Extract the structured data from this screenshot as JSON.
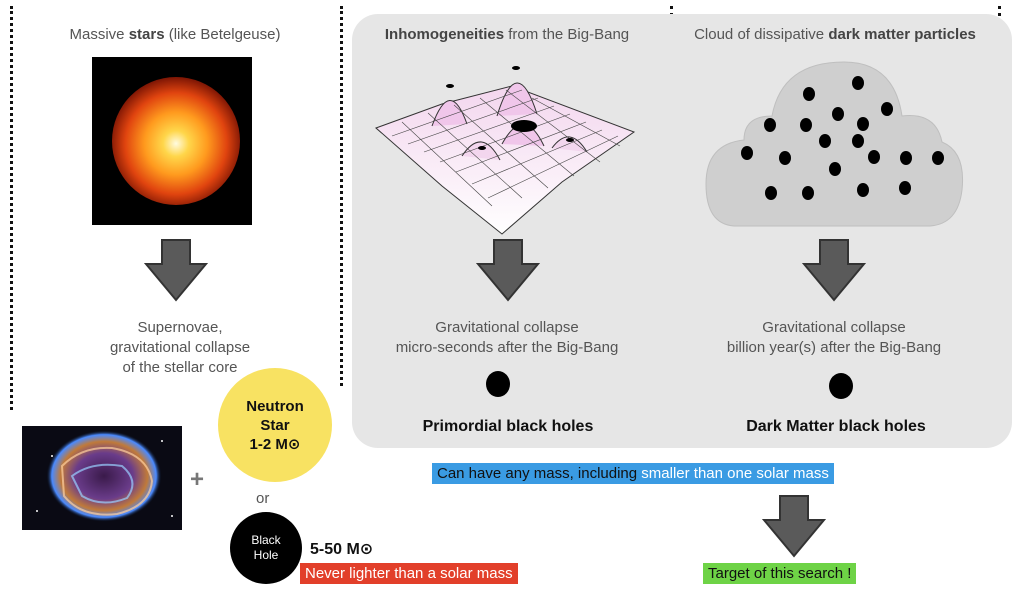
{
  "left": {
    "heading_pre": "Massive ",
    "heading_bold": "stars",
    "heading_post": " (like Betelgeuse)",
    "desc_line1": "Supernovae,",
    "desc_line2": "gravitational collapse",
    "desc_line3": "of the stellar core",
    "plus": "+",
    "neutron_line1": "Neutron",
    "neutron_line2": "Star",
    "neutron_line3": "1-2 M⊙",
    "or": "or",
    "bh_line1": "Black",
    "bh_line2": "Hole",
    "bh_mass": "5-50 M⊙",
    "red_banner": "Never lighter than a solar mass"
  },
  "middle": {
    "heading_bold": "Inhomogeneities",
    "heading_post": " from the Big-Bang",
    "desc_line1": "Gravitational collapse",
    "desc_line2": "micro-seconds after the Big-Bang",
    "result": "Primordial black holes"
  },
  "right": {
    "heading_pre": "Cloud of dissipative ",
    "heading_bold": "dark matter particles",
    "desc_line1": "Gravitational collapse",
    "desc_line2": "billion year(s) after the Big-Bang",
    "result": "Dark Matter black holes"
  },
  "blue_banner": {
    "part1": "Can have any mass, including ",
    "part2": "smaller than one solar mass"
  },
  "green_banner": "Target of this search !",
  "colors": {
    "panel": "#e6e6e6",
    "neutron_star": "#f8e262",
    "blue_banner": "#3a9be3",
    "red_banner": "#e23f2a",
    "green_banner": "#6ed346",
    "arrow": "#5a5a5a"
  }
}
